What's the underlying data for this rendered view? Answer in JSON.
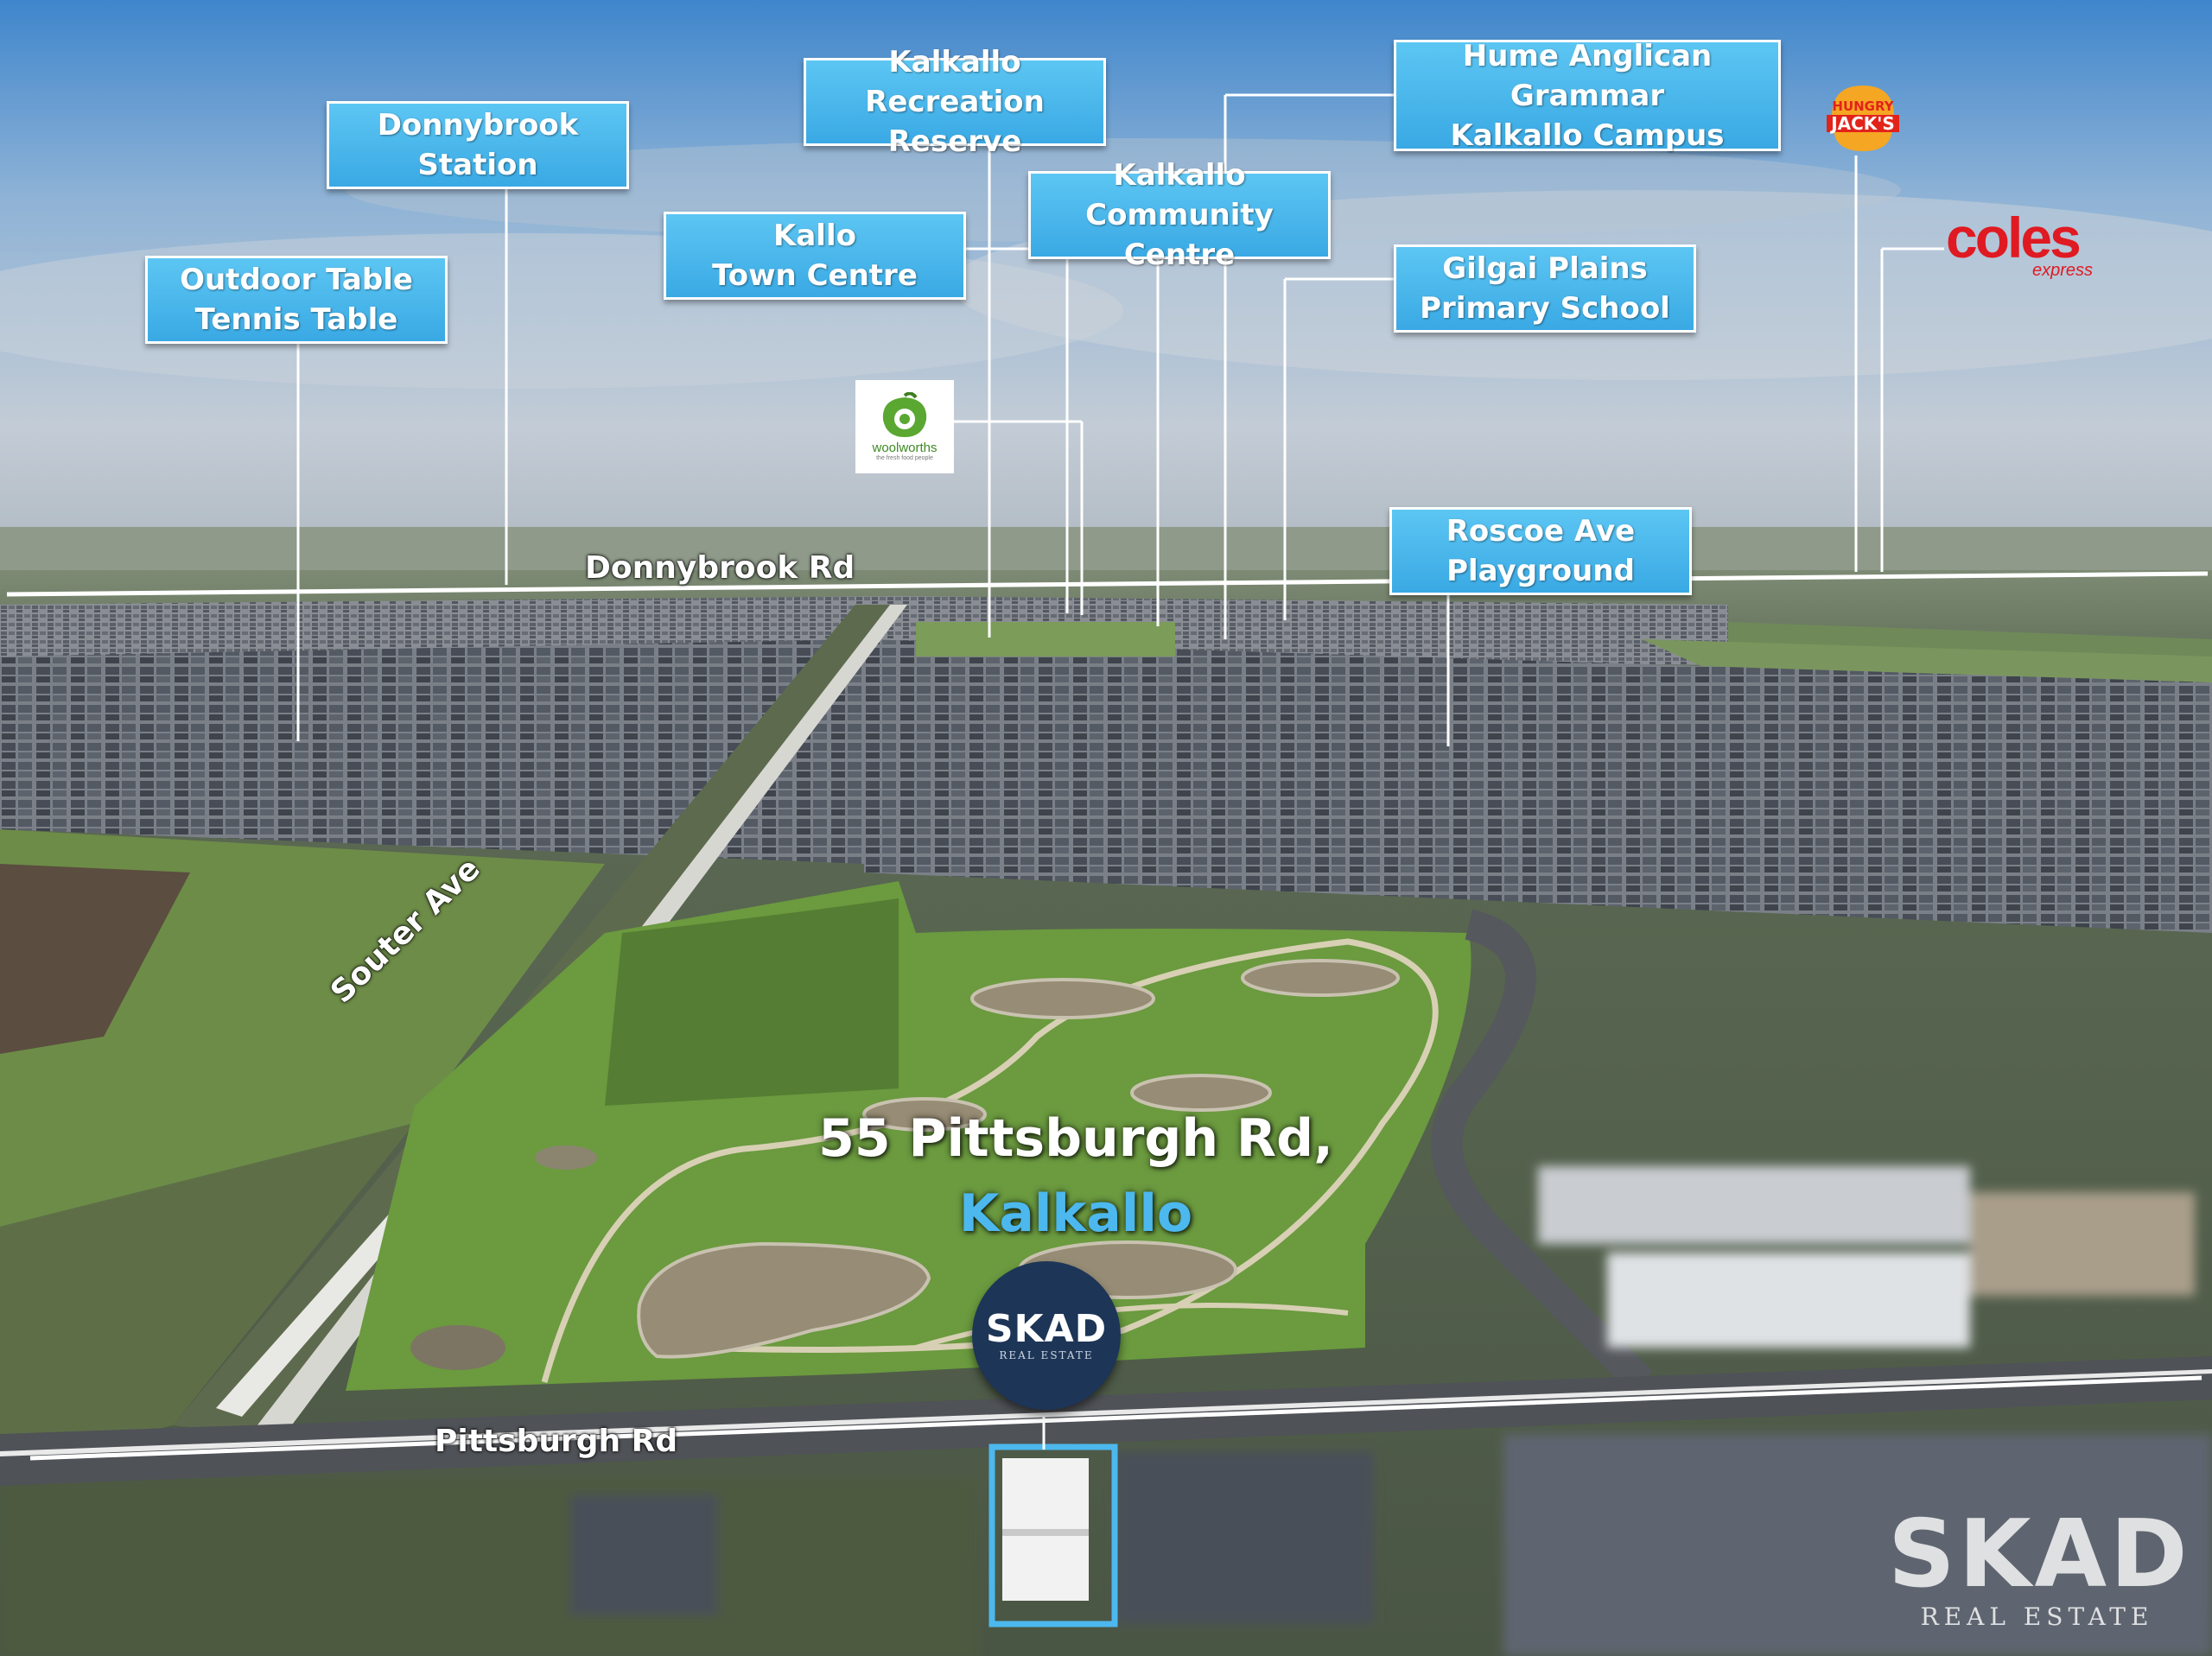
{
  "callouts": {
    "outdoor_table_tennis": {
      "line1": "Outdoor Table",
      "line2": "Tennis Table"
    },
    "donnybrook_station": {
      "line1": "Donnybrook",
      "line2": "Station"
    },
    "kallo_town_centre": {
      "line1": "Kallo",
      "line2": "Town Centre"
    },
    "kalkallo_recreation_reserve": {
      "line1": "Kalkallo",
      "line2": "Recreation Reserve"
    },
    "kalkallo_community_centre": {
      "line1": "Kalkallo",
      "line2": "Community Centre"
    },
    "hume_anglican_grammar": {
      "line1": "Hume Anglican Grammar",
      "line2": "Kalkallo Campus"
    },
    "gilgai_plains_primary": {
      "line1": "Gilgai Plains",
      "line2": "Primary School"
    },
    "roscoe_ave_playground": {
      "line1": "Roscoe Ave",
      "line2": "Playground"
    }
  },
  "logos": {
    "woolworths": {
      "name": "woolworths",
      "tagline": "the fresh food people"
    },
    "hungry_jacks": {
      "line1": "HUNGRY",
      "line2": "JACK'S"
    },
    "coles": {
      "name": "coles",
      "sub": "express"
    }
  },
  "roads": {
    "donnybrook_rd": "Donnybrook Rd",
    "souter_ave": "Souter Ave",
    "pittsburgh_rd": "Pittsburgh Rd"
  },
  "address": {
    "line1": "55 Pittsburgh Rd,",
    "line2": "Kalkallo"
  },
  "branding": {
    "badge_name": "SKAD",
    "badge_sub": "REAL ESTATE",
    "watermark_name": "SKAD",
    "watermark_sub": "REAL ESTATE"
  },
  "colors": {
    "callout_blue": "#45b4e9",
    "address_blue": "#4cb8ee",
    "badge_navy": "#1d3557",
    "coles_red": "#e01a22",
    "woolworths_green": "#5aa832"
  }
}
